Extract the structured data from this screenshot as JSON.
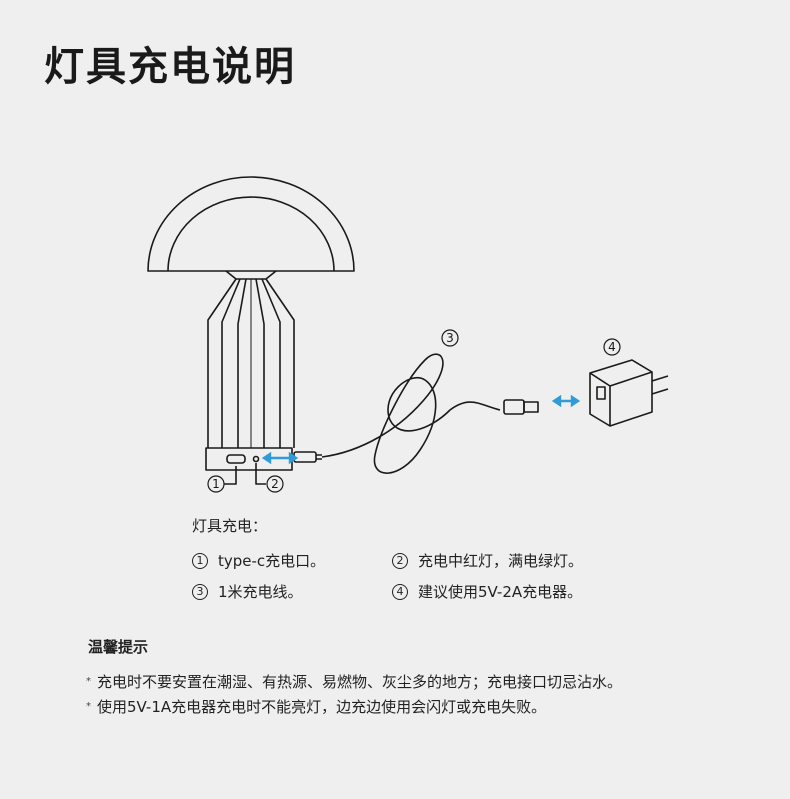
{
  "title": "灯具充电说明",
  "diagram": {
    "markers": [
      "1",
      "2",
      "3",
      "4"
    ],
    "accent_color": "#2f9bd7"
  },
  "charging": {
    "heading": "灯具充电：",
    "items": [
      {
        "num": "1",
        "text": "type-c充电口。"
      },
      {
        "num": "2",
        "text": "充电中红灯，满电绿灯。"
      },
      {
        "num": "3",
        "text": "1米充电线。"
      },
      {
        "num": "4",
        "text": "建议使用5V-2A充电器。"
      }
    ]
  },
  "tips": {
    "heading": "温馨提示",
    "items": [
      "充电时不要安置在潮湿、有热源、易燃物、灰尘多的地方；充电接口切忌沾水。",
      "使用5V-1A充电器充电时不能亮灯，边充边使用会闪灯或充电失败。"
    ]
  }
}
